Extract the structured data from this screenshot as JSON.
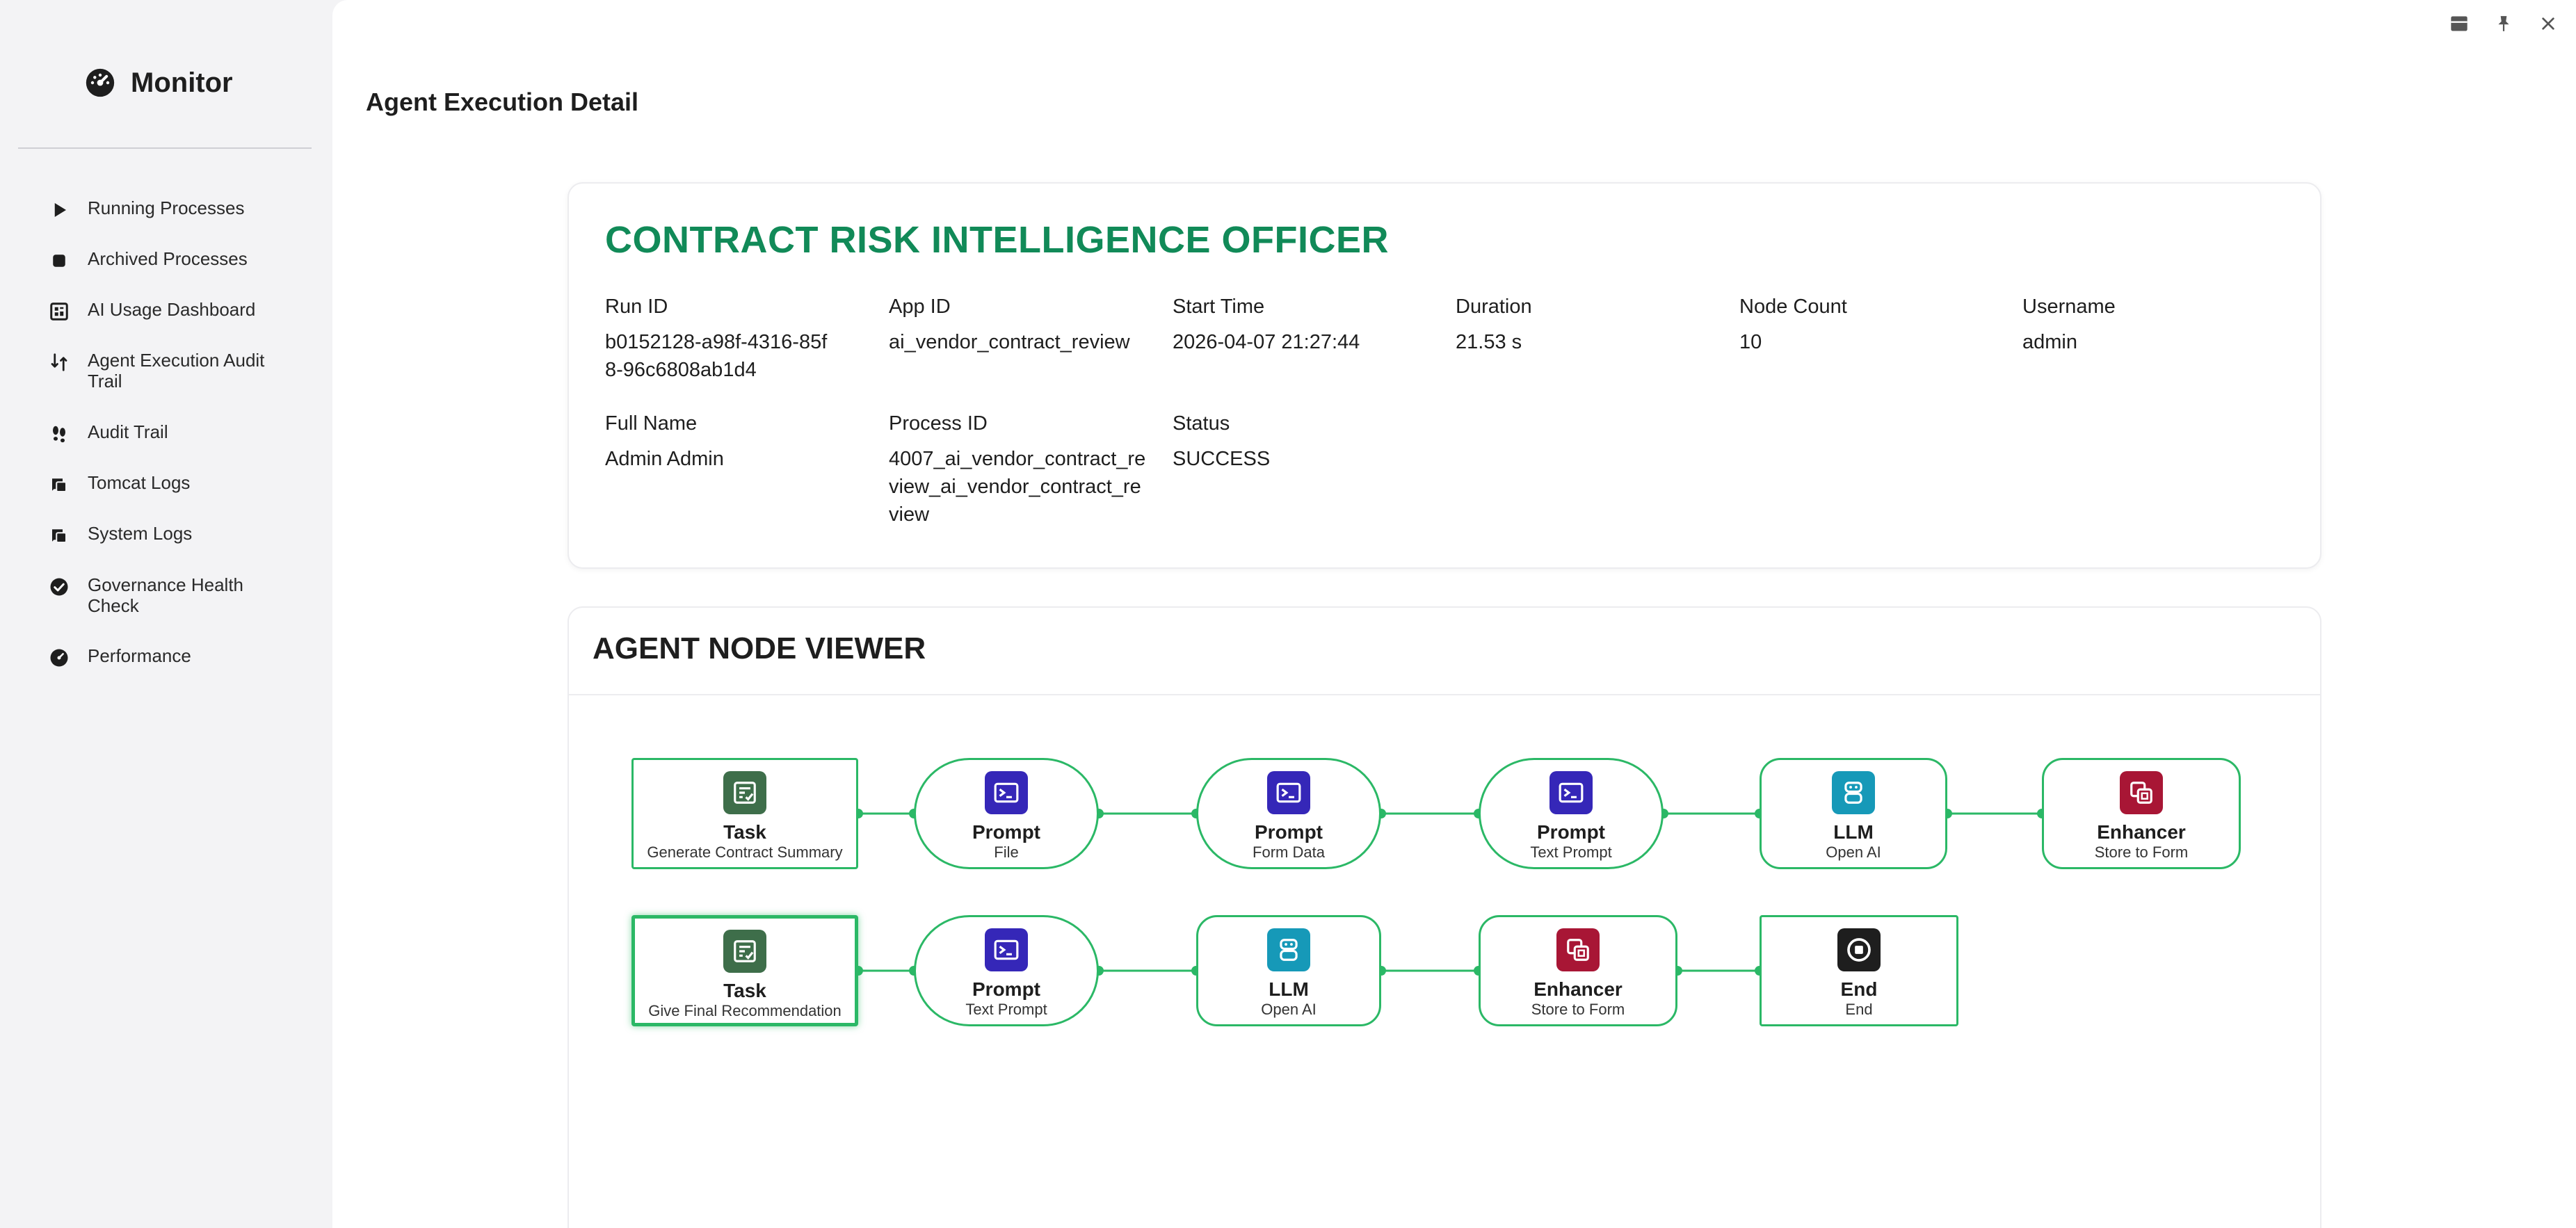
{
  "sidebar": {
    "title": "Monitor",
    "items": [
      {
        "label": "Running Processes",
        "icon": "play-icon"
      },
      {
        "label": "Archived Processes",
        "icon": "stop-icon"
      },
      {
        "label": "AI Usage Dashboard",
        "icon": "dashboard-icon"
      },
      {
        "label": "Agent Execution Audit Trail",
        "icon": "branch-icon"
      },
      {
        "label": "Audit Trail",
        "icon": "footprints-icon"
      },
      {
        "label": "Tomcat Logs",
        "icon": "log-icon"
      },
      {
        "label": "System Logs",
        "icon": "log-icon"
      },
      {
        "label": "Governance Health Check",
        "icon": "check-circle-icon"
      },
      {
        "label": "Performance",
        "icon": "gauge-icon"
      }
    ]
  },
  "header": {
    "title": "Agent Execution Detail"
  },
  "details": {
    "agent_name": "CONTRACT RISK INTELLIGENCE OFFICER",
    "fields": [
      {
        "label": "Run ID",
        "value": "b0152128-a98f-4316-85f8-96c6808ab1d4"
      },
      {
        "label": "App ID",
        "value": "ai_vendor_contract_review"
      },
      {
        "label": "Start Time",
        "value": "2026-04-07 21:27:44"
      },
      {
        "label": "Duration",
        "value": "21.53 s"
      },
      {
        "label": "Node Count",
        "value": "10"
      },
      {
        "label": "Username",
        "value": "admin"
      },
      {
        "label": "Full Name",
        "value": "Admin Admin"
      },
      {
        "label": "Process ID",
        "value": "4007_ai_vendor_contract_review_ai_vendor_contract_review"
      },
      {
        "label": "Status",
        "value": "SUCCESS"
      }
    ]
  },
  "viewer": {
    "title": "AGENT NODE VIEWER",
    "rows": [
      [
        {
          "type": "Task",
          "sub": "Generate Contract Summary",
          "icon": "task-icon",
          "color": "#3e6e4a",
          "shape": "rect"
        },
        {
          "type": "Prompt",
          "sub": "File",
          "icon": "terminal-icon",
          "color": "#3527b8",
          "shape": "pill"
        },
        {
          "type": "Prompt",
          "sub": "Form Data",
          "icon": "terminal-icon",
          "color": "#3527b8",
          "shape": "pill"
        },
        {
          "type": "Prompt",
          "sub": "Text Prompt",
          "icon": "terminal-icon",
          "color": "#3527b8",
          "shape": "pill"
        },
        {
          "type": "LLM",
          "sub": "Open AI",
          "icon": "robot-icon",
          "color": "#1699b8",
          "shape": "round"
        },
        {
          "type": "Enhancer",
          "sub": "Store to Form",
          "icon": "copy-icon",
          "color": "#a81635",
          "shape": "round"
        }
      ],
      [
        {
          "type": "Task",
          "sub": "Give Final Recommendation",
          "icon": "task-icon",
          "color": "#3e6e4a",
          "shape": "rect",
          "selected": true
        },
        {
          "type": "Prompt",
          "sub": "Text Prompt",
          "icon": "terminal-icon",
          "color": "#3527b8",
          "shape": "pill"
        },
        {
          "type": "LLM",
          "sub": "Open AI",
          "icon": "robot-icon",
          "color": "#1699b8",
          "shape": "round"
        },
        {
          "type": "Enhancer",
          "sub": "Store to Form",
          "icon": "copy-icon",
          "color": "#a81635",
          "shape": "round"
        },
        {
          "type": "End",
          "sub": "End",
          "icon": "stop-circle-icon",
          "color": "#1e1e1e",
          "shape": "rect"
        }
      ]
    ]
  },
  "colors": {
    "accent_green": "#118a58",
    "edge_green": "#2bb866"
  }
}
